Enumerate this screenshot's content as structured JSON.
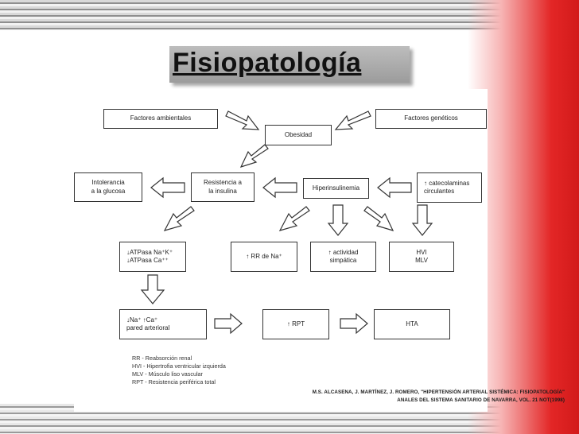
{
  "slide": {
    "title": "Fisiopatología"
  },
  "diagram": {
    "nodes": {
      "factores_ambientales": "Factores ambientales",
      "factores_geneticos": "Factores genéticos",
      "obesidad": "Obesidad",
      "intolerancia": "Intolerancia\na la glucosa",
      "resistencia": "Resistencia a\nla insulina",
      "hiperinsulinemia": "Hiperinsulinemia",
      "catecolaminas": "↑  catecolaminas\n    circulantes",
      "atpasa": "↓ATPasa Na⁺K⁺\n↓ATPasa Ca⁺⁺",
      "rr_na": "↑ RR de Na⁺",
      "actividad": "↑  actividad\nsimpática",
      "hvi_mlv": "HVI\nMLV",
      "na_ca": "↓Na⁺  ↑Ca⁺\npared arterioral",
      "rpt": "↑ RPT",
      "hta": "HTA"
    },
    "legend": [
      "RR - Reabsorción renal",
      "HVI - Hipertrofia ventricular izquierda",
      "MLV - Músculo liso vascular",
      "RPT - Resistencia periférica total"
    ]
  },
  "citation": {
    "line1": "M.S. ALCASENA, J. MARTÍNEZ, J. ROMERO, \"HIPERTENSIÓN ARTERIAL SISTÉMICA: FISIOPATOLOGÍA\"",
    "line2": "ANALES DEL SISTEMA SANITARIO DE NAVARRA, VOL. 21 NOT(1998)"
  },
  "colors": {
    "accent_red": "#d21a1a",
    "title_bar": "#a9a9a9"
  }
}
